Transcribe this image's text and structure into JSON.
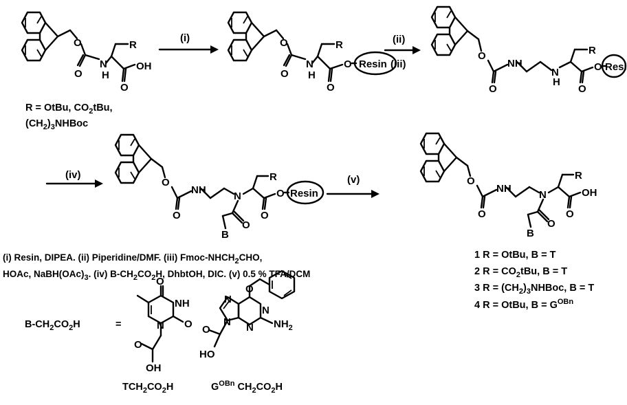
{
  "reagents": {
    "step1": "(i)",
    "step2": "(ii)",
    "step3": "(iii)",
    "step4": "(iv)",
    "step5": "(v)"
  },
  "atoms": {
    "O": "O",
    "OH": "OH",
    "H": "H",
    "N": "N",
    "R": "R",
    "B": "B",
    "NH": "NH",
    "NH2": "NH",
    "resin": "Resin"
  },
  "start_material": {
    "r_line1": "R = OtBu, CO",
    "r_sub1": "2",
    "r_line1_end": "tBu,",
    "r_line2_a": "(CH",
    "r_sub2": "2",
    "r_line2_b": ")",
    "r_sub3": "3",
    "r_line2_c": "NHBoc"
  },
  "conditions": {
    "line1": "(i) Resin, DIPEA.  (ii) Piperidine/DMF. (iii) Fmoc-NHCH",
    "line1_sub": "2",
    "line1_end": "CHO,",
    "line2_a": "HOAc, NaBH(OAc)",
    "line2_sub1": "3",
    "line2_b": ". (iv) B-CH",
    "line2_sub2": "2",
    "line2_c": "CO",
    "line2_sub3": "2",
    "line2_d": "H, DhbtOH, DIC. (v) 0.5 % TFA/DCM"
  },
  "products": [
    {
      "num": "1",
      "text": " R = OtBu, B = T"
    },
    {
      "num": "2",
      "text_a": " R = CO",
      "sub": "2",
      "text_b": "tBu, B = T"
    },
    {
      "num": "3",
      "text_a": " R = (CH",
      "sub1": "2",
      "text_b": ")",
      "sub2": "3",
      "text_c": "NHBoc, B = T"
    },
    {
      "num": "4",
      "text_a": " R = OtBu, B = G",
      "sup": "OBn"
    }
  ],
  "bases": {
    "def_a": "B-CH",
    "def_sub1": "2",
    "def_b": "CO",
    "def_sub2": "2",
    "def_c": "H",
    "equals": "=",
    "thymine_a": "TCH",
    "thymine_sub1": "2",
    "thymine_b": "CO",
    "thymine_sub2": "2",
    "thymine_c": "H",
    "guanine_a": "G",
    "guanine_sup": "OBn",
    "guanine_b": " CH",
    "guanine_sub1": "2",
    "guanine_c": "CO",
    "guanine_sub2": "2",
    "guanine_d": "H",
    "nh2_sub": "2"
  }
}
